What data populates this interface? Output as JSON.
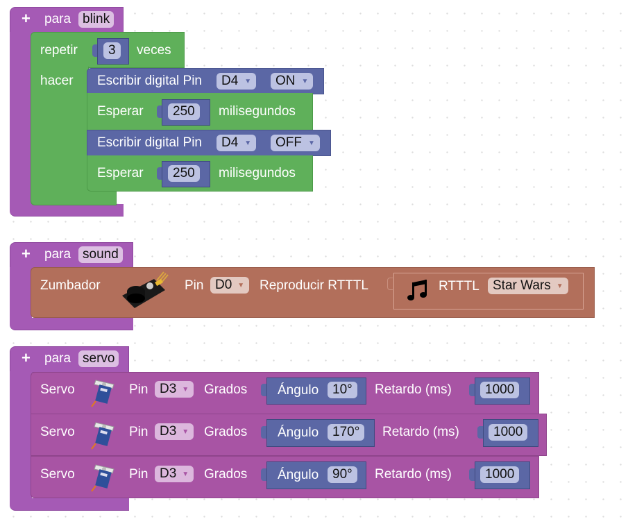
{
  "functions": [
    {
      "keyword": "para",
      "name": "blink",
      "body": {
        "repeat": {
          "label": "repetir",
          "count": "3",
          "suffix": "veces",
          "do_label": "hacer",
          "statements": [
            {
              "type": "digital_write",
              "label": "Escribir digital Pin",
              "pin": "D4",
              "value": "ON"
            },
            {
              "type": "wait",
              "label": "Esperar",
              "ms": "250",
              "suffix": "milisegundos"
            },
            {
              "type": "digital_write",
              "label": "Escribir digital Pin",
              "pin": "D4",
              "value": "OFF"
            },
            {
              "type": "wait",
              "label": "Esperar",
              "ms": "250",
              "suffix": "milisegundos"
            }
          ]
        }
      }
    },
    {
      "keyword": "para",
      "name": "sound",
      "body": {
        "buzzer": {
          "label": "Zumbador",
          "icon": "buzzer-module-icon",
          "pin_label": "Pin",
          "pin": "D0",
          "play_label": "Reproducir RTTTL",
          "rtttl": {
            "icon": "music-note-icon",
            "label": "RTTTL",
            "song": "Star Wars"
          }
        }
      }
    },
    {
      "keyword": "para",
      "name": "servo",
      "body": {
        "servos": [
          {
            "label": "Servo",
            "icon": "servo-motor-icon",
            "pin_label": "Pin",
            "pin": "D3",
            "degrees_label": "Grados",
            "angle_label": "Ángulo",
            "angle": "10°",
            "delay_label": "Retardo (ms)",
            "delay": "1000"
          },
          {
            "label": "Servo",
            "icon": "servo-motor-icon",
            "pin_label": "Pin",
            "pin": "D3",
            "degrees_label": "Grados",
            "angle_label": "Ángulo",
            "angle": "170°",
            "delay_label": "Retardo (ms)",
            "delay": "1000"
          },
          {
            "label": "Servo",
            "icon": "servo-motor-icon",
            "pin_label": "Pin",
            "pin": "D3",
            "degrees_label": "Grados",
            "angle_label": "Ángulo",
            "angle": "90°",
            "delay_label": "Retardo (ms)",
            "delay": "1000"
          }
        ]
      }
    }
  ],
  "dropdown_glyph": "▼",
  "colors": {
    "function": "#a55ab5",
    "control": "#5fb05a",
    "io": "#5b67a5",
    "buzzer": "#b26f5b",
    "servo": "#a854a4"
  }
}
